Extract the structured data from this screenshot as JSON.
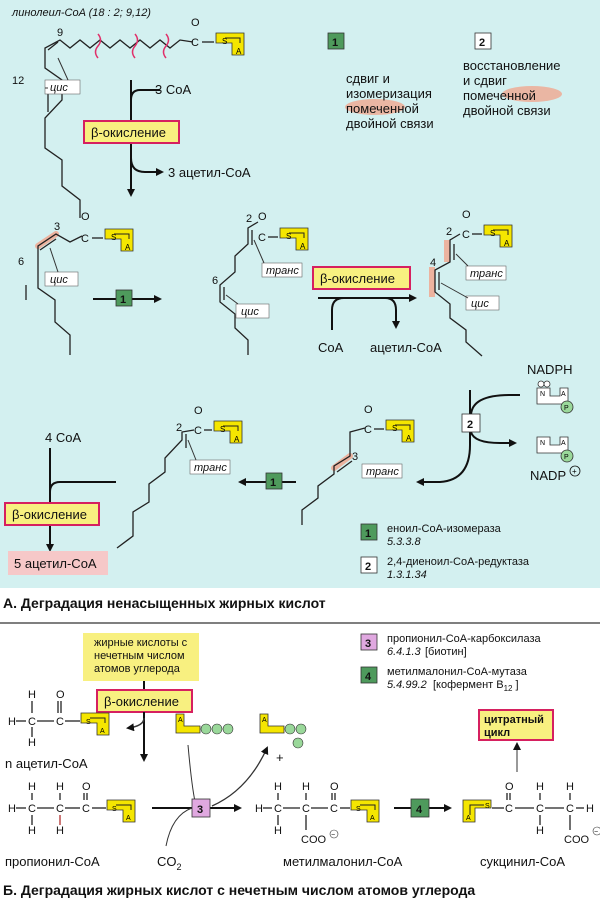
{
  "colors": {
    "panel_a_bg": "#d3f0f0",
    "panel_b_bg": "#ffffff",
    "coa_box": "#f5e600",
    "beta_box_fill": "#f8f080",
    "beta_box_border": "#d62060",
    "enzyme1_fill": "#4e9a5c",
    "enzyme2_fill": "#ffffff",
    "enzyme3_fill": "#e0a8e0",
    "enzyme4_fill": "#4e9a5c",
    "highlight": "#f0a890",
    "acetyl_box": "#f6c8c8",
    "phosphate": "#9ad89a"
  },
  "panel_a": {
    "title": "А. Деградация ненасыщенных жирных кислот",
    "start_molecule": "линолеил-CoA (18 : 2; 9,12)",
    "positions": {
      "p9": "9",
      "p12": "12",
      "p3": "3",
      "p6": "6",
      "p2": "2",
      "p4": "4",
      "p2b": "2",
      "p3b": "3",
      "p2c": "2"
    },
    "labels": {
      "cis": "цис",
      "trans": "транс"
    },
    "coa": {
      "s": "S",
      "a": "A",
      "c": "C",
      "o": "O"
    },
    "beta_oxidation": "β-окисление",
    "step1_in": "3 CoA",
    "step1_out": "3 ацетил-CoA",
    "mid_in": "CoA",
    "mid_out": "ацетил-CoA",
    "final_in": "4 CoA",
    "final_out": "5 ацетил-CoA",
    "nadph": "NADPH",
    "nadp": "NADP",
    "nadp_charge": "+",
    "nad_letters": {
      "n": "N",
      "a": "A",
      "p": "P"
    },
    "legend_top": [
      {
        "num": "1",
        "text_lines": [
          "сдвиг и",
          "изомеризация",
          "помеченной",
          "двойной связи"
        ]
      },
      {
        "num": "2",
        "text_lines": [
          "восстановление",
          "и сдвиг",
          "помеченной",
          "двойной связи"
        ]
      }
    ],
    "enzymes": [
      {
        "num": "1",
        "name": "еноил-CoA-изомераза",
        "ec": "5.3.3.8"
      },
      {
        "num": "2",
        "name": "2,4-диеноил-CoA-редуктаза",
        "ec": "1.3.1.34"
      }
    ]
  },
  "panel_b": {
    "title": "Б. Деградация  жирных кислот с нечетным числом атомов углерода",
    "source_lines": [
      "жирные кислоты с",
      "нечетным числом",
      "атомов углерода"
    ],
    "beta_oxidation": "β-окисление",
    "acetyl": "n ацетил-CoA",
    "propionyl": "пропионил-CoA",
    "co2": "CO",
    "co2_sub": "2",
    "methylmalonyl": "метилмалонил-CoA",
    "succinyl": "сукцинил-CoA",
    "citrate_lines": [
      "цитратный",
      "цикл"
    ],
    "plus": "+",
    "coo": "COO",
    "minus": "−",
    "atoms": {
      "h": "H",
      "c": "C",
      "o": "O",
      "p": "P",
      "a": "A",
      "s": "S"
    },
    "enzymes": [
      {
        "num": "3",
        "name": "пропионил-CoA-карбоксилаза",
        "ec": "6.4.1.3",
        "cofactor": "[биотин]"
      },
      {
        "num": "4",
        "name": "метилмалонил-CoA-мутаза",
        "ec": "5.4.99.2",
        "cofactor": "[кофермент B",
        "cofactor_sub": "12",
        "cofactor_end": " ]"
      }
    ]
  }
}
